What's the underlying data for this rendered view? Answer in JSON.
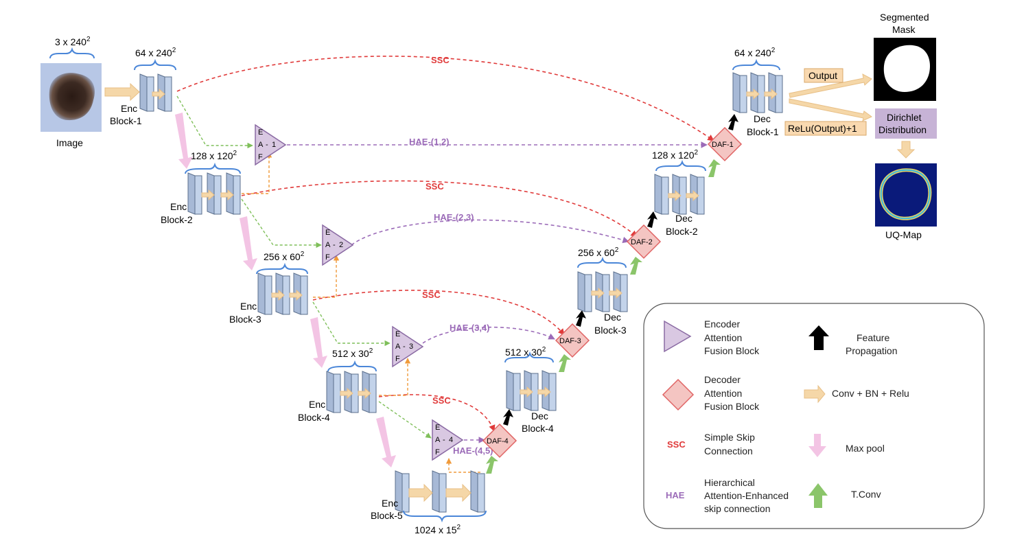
{
  "input": {
    "dim_base": "3 x 240",
    "dim_exp": "2",
    "caption": "Image"
  },
  "encoders": [
    {
      "name_line1": "Enc",
      "name_line2": "Block-1",
      "dim_base": "64 x 240",
      "dim_exp": "2"
    },
    {
      "name_line1": "Enc",
      "name_line2": "Block-2",
      "dim_base": "128 x 120",
      "dim_exp": "2"
    },
    {
      "name_line1": "Enc",
      "name_line2": "Block-3",
      "dim_base": "256 x 60",
      "dim_exp": "2"
    },
    {
      "name_line1": "Enc",
      "name_line2": "Block-4",
      "dim_base": "512 x 30",
      "dim_exp": "2"
    },
    {
      "name_line1": "Enc",
      "name_line2": "Block-5",
      "dim_base": "1024 x 15",
      "dim_exp": "2"
    }
  ],
  "decoders": [
    {
      "name_line1": "Dec",
      "name_line2": "Block-1",
      "dim_base": "64 x 240",
      "dim_exp": "2"
    },
    {
      "name_line1": "Dec",
      "name_line2": "Block-2",
      "dim_base": "128 x 120",
      "dim_exp": "2"
    },
    {
      "name_line1": "Dec",
      "name_line2": "Block-3",
      "dim_base": "256 x 60",
      "dim_exp": "2"
    },
    {
      "name_line1": "Dec",
      "name_line2": "Block-4",
      "dim_base": "512 x 30",
      "dim_exp": "2"
    }
  ],
  "eaf": [
    {
      "l1": "E",
      "l2": "A",
      "l3": "F",
      "num": "1"
    },
    {
      "l1": "E",
      "l2": "A",
      "l3": "F",
      "num": "2"
    },
    {
      "l1": "E",
      "l2": "A",
      "l3": "F",
      "num": "3"
    },
    {
      "l1": "E",
      "l2": "A",
      "l3": "F",
      "num": "4"
    }
  ],
  "daf": [
    "DAF-1",
    "DAF-2",
    "DAF-3",
    "DAF-4"
  ],
  "ssc_label": "SSC",
  "hae_labels": [
    "HAE-(1,2)",
    "HAE-(2,3)",
    "HAE-(3,4)",
    "HAE-(4,5)"
  ],
  "outputs": {
    "segmented_line1": "Segmented",
    "segmented_line2": "Mask",
    "output_tag": "Output",
    "relu_tag": "ReLu(Output)+1",
    "dirichlet_line1": "Dirichlet",
    "dirichlet_line2": "Distribution",
    "uq_caption": "UQ-Map"
  },
  "legend": [
    {
      "line1": "Encoder",
      "line2": "Attention",
      "line3": "Fusion Block"
    },
    {
      "line1": "Decoder",
      "line2": "Attention",
      "line3": "Fusion Block"
    },
    {
      "key": "SSC",
      "line1": "Simple Skip",
      "line2": "Connection"
    },
    {
      "key": "HAE",
      "line1": "Hierarchical",
      "line2": "Attention-Enhanced",
      "line3": "skip connection"
    },
    {
      "line1": "Feature",
      "line2": "Propagation"
    },
    {
      "line1": "Conv + BN + Relu"
    },
    {
      "line1": "Max pool"
    },
    {
      "line1": "T.Conv"
    }
  ],
  "colors": {
    "block_fill": "#c3d3ea",
    "block_stroke": "#5b6f8c",
    "conv_arrow": "#f5d7a8",
    "maxpool": "#f3c4e4",
    "tconv": "#8bc56a",
    "ssc": "#e03a3a",
    "hae": "#9b6bb8",
    "eaf_fill": "#d9c8e2",
    "daf_fill": "#f4c5c2",
    "daf_stroke": "#e06464",
    "brace": "#4a86d8",
    "enc_to_eaf": "#7fbf5a",
    "up_to_eaf": "#f09a3a"
  }
}
